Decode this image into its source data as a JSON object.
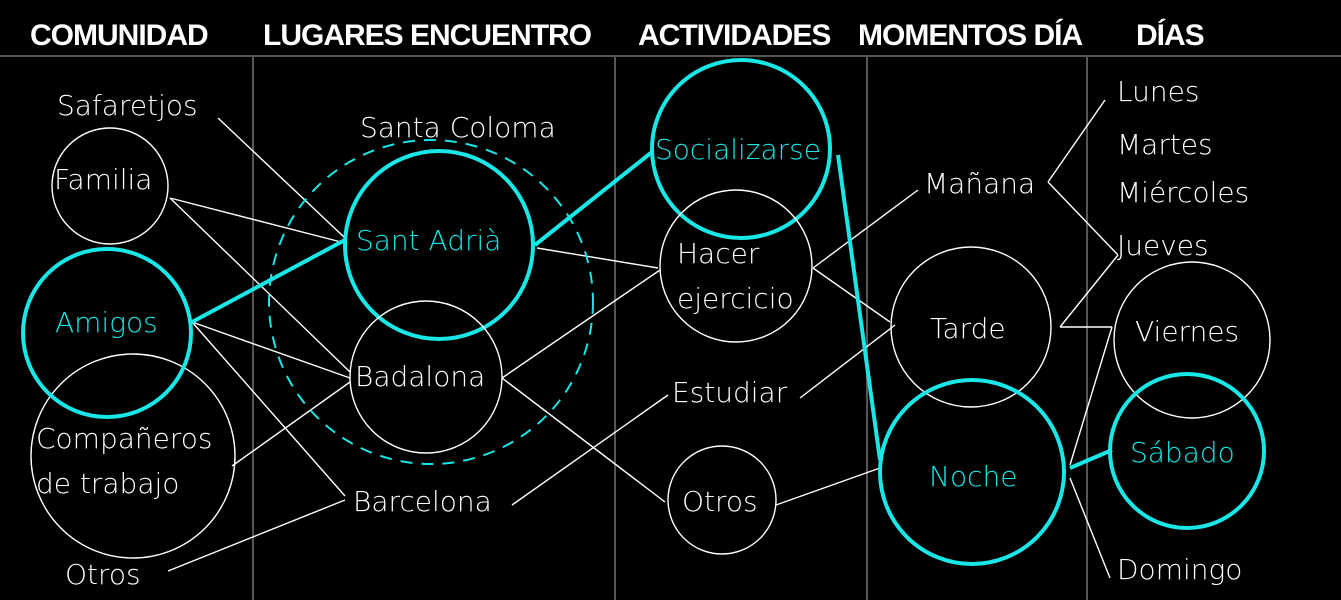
{
  "headers": {
    "comunidad": "COMUNIDAD",
    "lugares": "LUGARES ENCUENTRO",
    "actividades": "ACTIVIDADES",
    "momentos": "MOMENTOS DÍA",
    "dias": "DÍAS"
  },
  "comunidad": {
    "safaretjos": "Safaretjos",
    "familia": "Familia",
    "amigos": "Amigos",
    "companeros_1": "Compañeros",
    "companeros_2": "de trabajo",
    "otros": "Otros"
  },
  "lugares": {
    "santa_coloma": "Santa Coloma",
    "sant_adria": "Sant Adrià",
    "badalona": "Badalona",
    "barcelona": "Barcelona"
  },
  "actividades": {
    "socializarse": "Socializarse",
    "hacer_1": "Hacer",
    "hacer_2": "ejercicio",
    "estudiar": "Estudiar",
    "otros": "Otros"
  },
  "momentos": {
    "manana": "Mañana",
    "tarde": "Tarde",
    "noche": "Noche"
  },
  "dias": {
    "lunes": "Lunes",
    "martes": "Martes",
    "miercoles": "Miércoles",
    "jueves": "Jueves",
    "viernes": "Viernes",
    "sabado": "Sábado",
    "domingo": "Domingo"
  },
  "colors": {
    "background": "#000000",
    "foreground": "#ffffff",
    "highlight": "#19e6e6",
    "separator": "#555555"
  }
}
